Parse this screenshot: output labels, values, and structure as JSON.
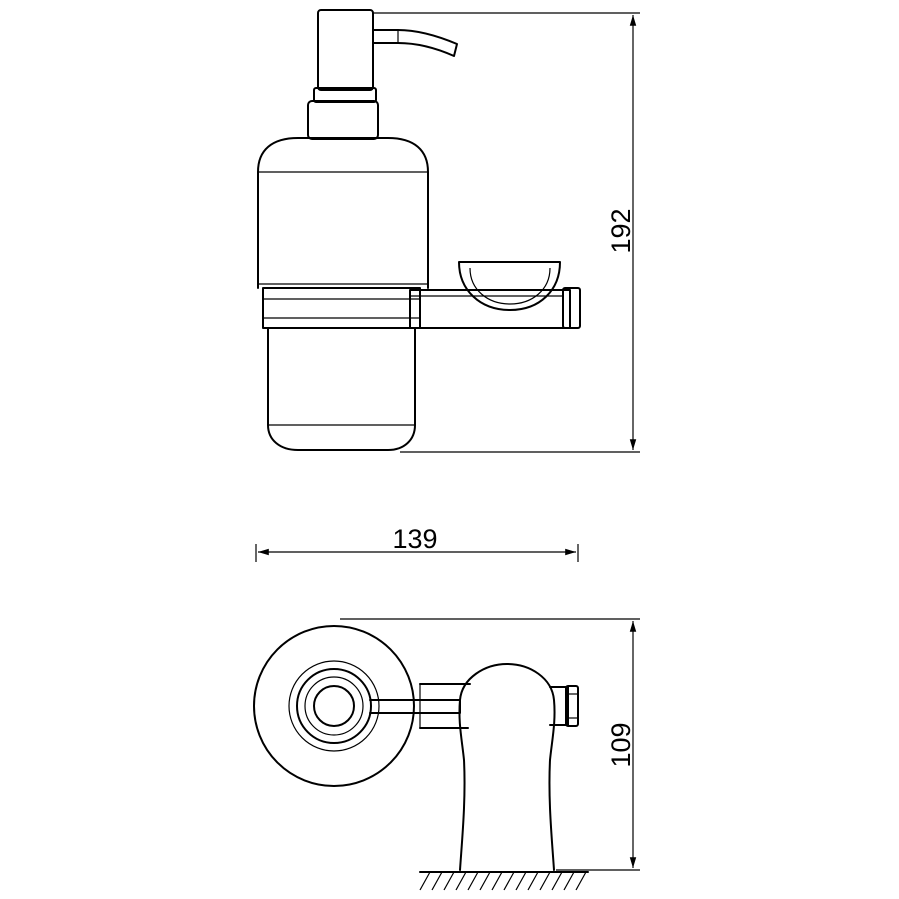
{
  "drawing": {
    "dimensions": {
      "height": "192",
      "width": "139",
      "depth": "109"
    }
  }
}
